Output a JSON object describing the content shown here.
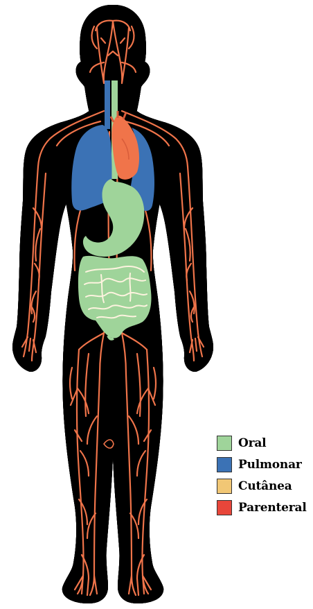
{
  "colors": {
    "skin_fill": "#fdf3df",
    "body_outline": "#000000",
    "skin_band": "#f1c775",
    "vessels": "#f0744a",
    "lungs": "#3b72b5",
    "heart": "#f0744a",
    "digestive": "#9fd49a"
  },
  "legend": {
    "items": [
      {
        "label": "Oral",
        "color": "#9fd49a",
        "icon": "oral-swatch"
      },
      {
        "label": "Pulmonar",
        "color": "#3b72b5",
        "icon": "pulmonar-swatch"
      },
      {
        "label": "Cutânea",
        "color": "#f1c775",
        "icon": "cutanea-swatch"
      },
      {
        "label": "Parenteral",
        "color": "#e8463a",
        "icon": "parenteral-swatch"
      }
    ]
  }
}
